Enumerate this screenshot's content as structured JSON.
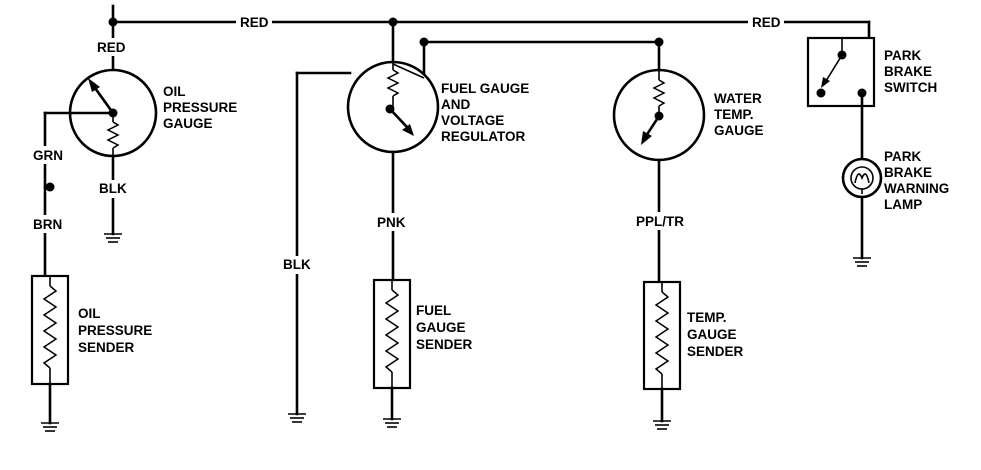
{
  "wire_labels": {
    "red_main_1": "RED",
    "red_main_2": "RED",
    "red_branch": "RED",
    "grn": "GRN",
    "brn": "BRN",
    "blk_oil": "BLK",
    "blk_fuel": "BLK",
    "pnk": "PNK",
    "ppl_tr": "PPL/TR"
  },
  "components": {
    "oil_gauge": [
      "OIL",
      "PRESSURE",
      "GAUGE"
    ],
    "fuel_gauge": [
      "FUEL GAUGE",
      "AND",
      "VOLTAGE",
      "REGULATOR"
    ],
    "water_gauge": [
      "WATER",
      "TEMP.",
      "GAUGE"
    ],
    "park_switch": [
      "PARK",
      "BRAKE",
      "SWITCH"
    ],
    "park_lamp": [
      "PARK",
      "BRAKE",
      "WARNING",
      "LAMP"
    ],
    "oil_sender": [
      "OIL",
      "PRESSURE",
      "SENDER"
    ],
    "fuel_sender": [
      "FUEL",
      "GAUGE",
      "SENDER"
    ],
    "temp_sender": [
      "TEMP.",
      "GAUGE",
      "SENDER"
    ]
  }
}
